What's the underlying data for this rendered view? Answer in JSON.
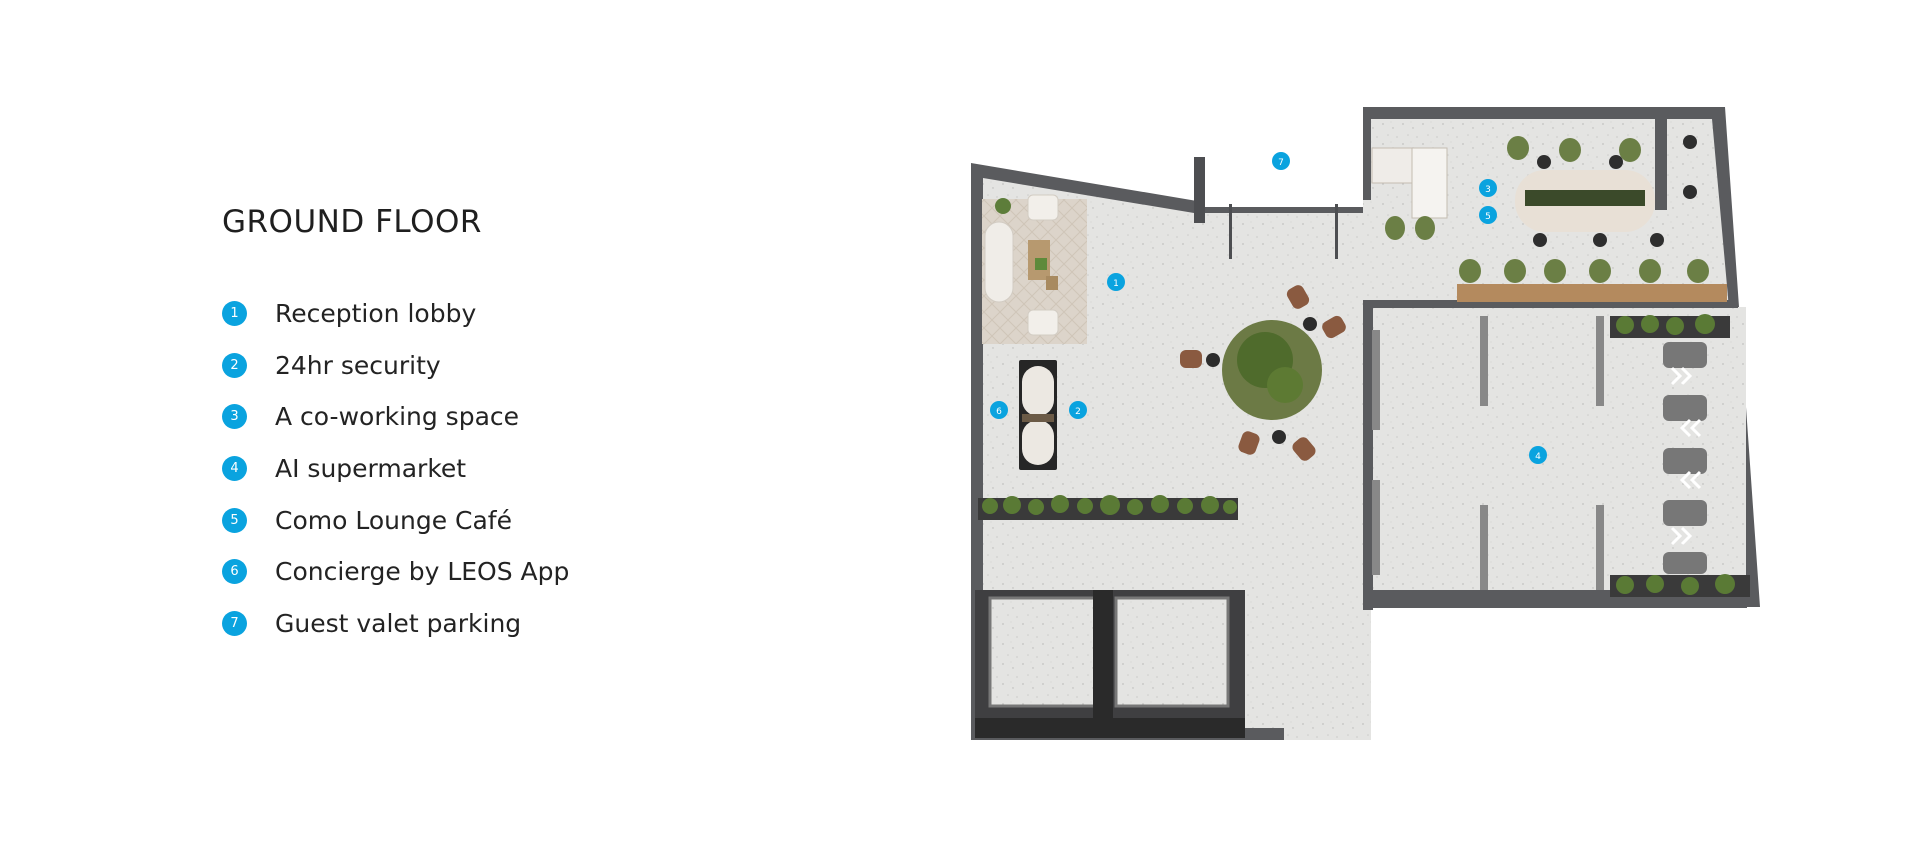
{
  "title": "GROUND FLOOR",
  "accent_color": "#0aa3df",
  "legend": [
    {
      "number": "1",
      "label": "Reception lobby"
    },
    {
      "number": "2",
      "label": "24hr security"
    },
    {
      "number": "3",
      "label": "A co-working space"
    },
    {
      "number": "4",
      "label": "AI supermarket"
    },
    {
      "number": "5",
      "label": "Como Lounge Café"
    },
    {
      "number": "6",
      "label": "Concierge by LEOS App"
    },
    {
      "number": "7",
      "label": "Guest valet parking"
    }
  ],
  "markers": [
    "1",
    "2",
    "3",
    "4",
    "5",
    "6",
    "7"
  ]
}
